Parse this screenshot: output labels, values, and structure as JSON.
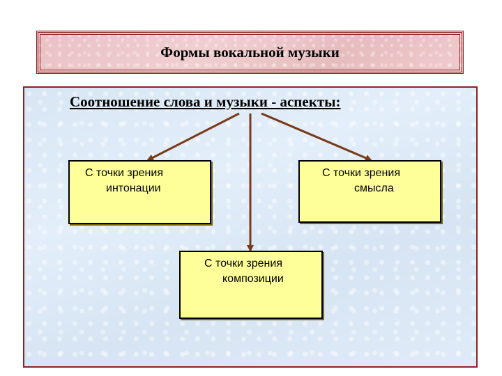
{
  "title": "Формы вокальной музыки",
  "subtitle": "Соотношение слова и музыки - аспекты:",
  "boxes": {
    "intonation": {
      "line1": "С точки зрения",
      "line2": "интонации"
    },
    "meaning": {
      "line1": "С точки зрения",
      "line2": "смысла"
    },
    "composition": {
      "line1": "С точки зрения",
      "line2": "композиции"
    }
  },
  "colors": {
    "banner_border": "#8b2323",
    "box_fill": "#ffff99",
    "arrow": "#7a3a1a",
    "panel_fill": "#dde9f6"
  }
}
